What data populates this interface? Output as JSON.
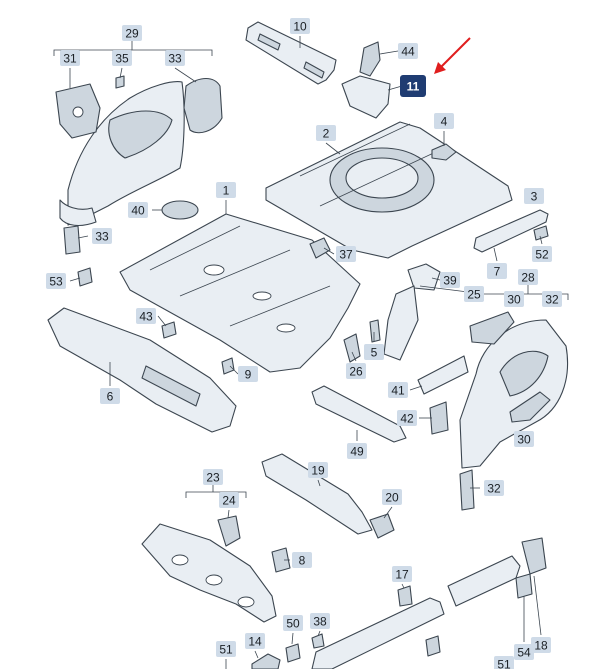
{
  "diagram": {
    "callouts": [
      {
        "label": "29",
        "part": "rear-wheelhouse-panel-left"
      },
      {
        "label": "31",
        "part": "wheelhouse-reinforcement-front"
      },
      {
        "label": "35",
        "part": "clip"
      },
      {
        "label": "33",
        "part": "wheelhouse-reinforcement-rear"
      },
      {
        "label": "10",
        "part": "cross-member-upper"
      },
      {
        "label": "44",
        "part": "bracket"
      },
      {
        "label": "11",
        "part": "reinforcement",
        "highlighted": true
      },
      {
        "label": "2",
        "part": "rear-floor-pan"
      },
      {
        "label": "4",
        "part": "spare-wheel-mount"
      },
      {
        "label": "3",
        "part": "rear-cross-member"
      },
      {
        "label": "52",
        "part": "bracket-small"
      },
      {
        "label": "7",
        "part": "closing-panel"
      },
      {
        "label": "1",
        "part": "middle-floor-pan"
      },
      {
        "label": "40",
        "part": "cover"
      },
      {
        "label": "33",
        "part": "wheelhouse-reinforcement-rear"
      },
      {
        "label": "37",
        "part": "bracket-floor"
      },
      {
        "label": "53",
        "part": "bracket-left"
      },
      {
        "label": "39",
        "part": "reinforcement-upper"
      },
      {
        "label": "25",
        "part": "pillar-reinforcement"
      },
      {
        "label": "28",
        "part": "rear-wheelhouse-panel-right"
      },
      {
        "label": "30",
        "part": "wheelhouse-reinforcement"
      },
      {
        "label": "32",
        "part": "wheelhouse-extension"
      },
      {
        "label": "43",
        "part": "clip-floor"
      },
      {
        "label": "5",
        "part": "bracket-narrow"
      },
      {
        "label": "26",
        "part": "bracket-mid"
      },
      {
        "label": "9",
        "part": "bracket-lower"
      },
      {
        "label": "6",
        "part": "front-floor-cross-member"
      },
      {
        "label": "41",
        "part": "reinforcement-plate"
      },
      {
        "label": "42",
        "part": "bracket-plate"
      },
      {
        "label": "30",
        "part": "wheelhouse-reinforcement"
      },
      {
        "label": "49",
        "part": "seat-cross-member"
      },
      {
        "label": "19",
        "part": "tunnel-reinforcement"
      },
      {
        "label": "32",
        "part": "wheelhouse-extension"
      },
      {
        "label": "20",
        "part": "bracket-tunnel"
      },
      {
        "label": "23",
        "part": "front-floor-section"
      },
      {
        "label": "24",
        "part": "bracket-center"
      },
      {
        "label": "8",
        "part": "bracket-side"
      },
      {
        "label": "17",
        "part": "bracket-sill"
      },
      {
        "label": "54",
        "part": "sill-extension"
      },
      {
        "label": "18",
        "part": "end-plate"
      },
      {
        "label": "51",
        "part": "sill-panel"
      },
      {
        "label": "14",
        "part": "bracket-front"
      },
      {
        "label": "50",
        "part": "clip-front"
      },
      {
        "label": "38",
        "part": "clip-sill"
      },
      {
        "label": "51",
        "part": "sill-panel"
      }
    ]
  }
}
